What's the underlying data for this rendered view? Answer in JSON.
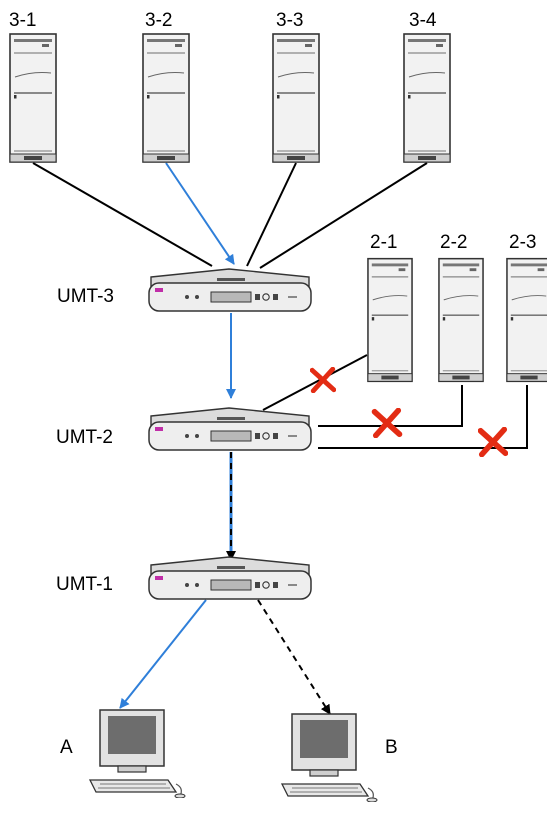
{
  "servers": {
    "s3_1": "3-1",
    "s3_2": "3-2",
    "s3_3": "3-3",
    "s3_4": "3-4",
    "s2_1": "2-1",
    "s2_2": "2-2",
    "s2_3": "2-3"
  },
  "switches": {
    "umt3": "UMT-3",
    "umt2": "UMT-2",
    "umt1": "UMT-1"
  },
  "consoles": {
    "a": "A",
    "b": "B"
  },
  "colors": {
    "active_link": "#2f7fd9",
    "cable": "#000000",
    "failed_mark": "#e32c14"
  },
  "icons": {
    "server": "server-tower-icon",
    "switch": "kvm-switch-icon",
    "console": "workstation-icon",
    "failure": "red-x-icon"
  }
}
